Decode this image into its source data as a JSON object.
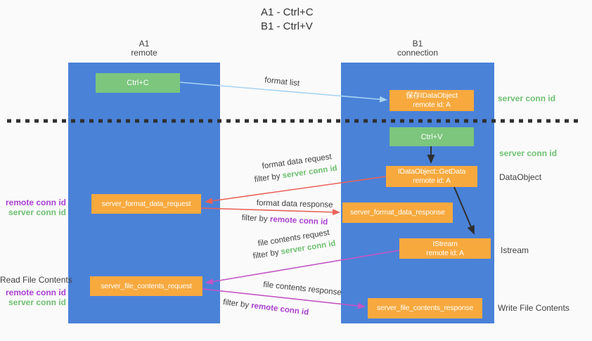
{
  "title": {
    "line1": "A1 - Ctrl+C",
    "line2": "B1 - Ctrl+V"
  },
  "columns": {
    "a1": {
      "name": "A1",
      "subtitle": "remote"
    },
    "b1": {
      "name": "B1",
      "subtitle": "connection"
    }
  },
  "nodes": {
    "ctrl_c": {
      "label": "Ctrl+C"
    },
    "save_dataobject": {
      "line1": "保存IDataObject",
      "line2": "remote id: A"
    },
    "ctrl_v": {
      "label": "Ctrl+V"
    },
    "getdata": {
      "line1": "IDataObject::GetData",
      "line2": "remote id: A"
    },
    "istream": {
      "line1": "IStream",
      "line2": "remote id: A"
    },
    "format_request": {
      "label": "server_format_data_request"
    },
    "format_response": {
      "label": "server_format_data_response"
    },
    "file_request": {
      "label": "server_file_contents_request"
    },
    "file_response": {
      "label": "server_file_contents_response"
    }
  },
  "arrow_labels": {
    "format_list": "format list",
    "format_data_request": "format data request",
    "filter_format_request": {
      "prefix": "filter by ",
      "id": "server conn id"
    },
    "format_data_response": "format data response",
    "filter_format_response": {
      "prefix": "filter by ",
      "id": "remote conn id"
    },
    "file_contents_request": "file contents request",
    "filter_file_request": {
      "prefix": "filter by ",
      "id": "server conn id"
    },
    "file_contents_response": "file contents response",
    "filter_file_response": {
      "prefix": "filter by ",
      "id": "remote conn id"
    }
  },
  "side_labels": {
    "right_server_conn_id_1": "server conn id",
    "right_server_conn_id_2": "server conn id",
    "right_dataobject": "DataObject",
    "right_istream": "Istream",
    "right_write_file_contents": "Write File Contents",
    "left_remote_conn_id_1": "remote conn id",
    "left_server_conn_id_1": "server conn id",
    "left_read_file_contents": "Read File Contents",
    "left_remote_conn_id_2": "remote conn id",
    "left_server_conn_id_2": "server conn id"
  },
  "colors": {
    "lane_blue": "#4a82d8",
    "box_green": "#7cc67d",
    "box_orange": "#f7a93e",
    "arrow_light_blue": "#a8d4f2",
    "arrow_red": "#ea6157",
    "arrow_magenta": "#c455c5",
    "arrow_black": "#2f2f2f",
    "text_green": "#6fc072",
    "text_purple": "#aa3fd0",
    "text_dark": "#3f3f3f"
  }
}
